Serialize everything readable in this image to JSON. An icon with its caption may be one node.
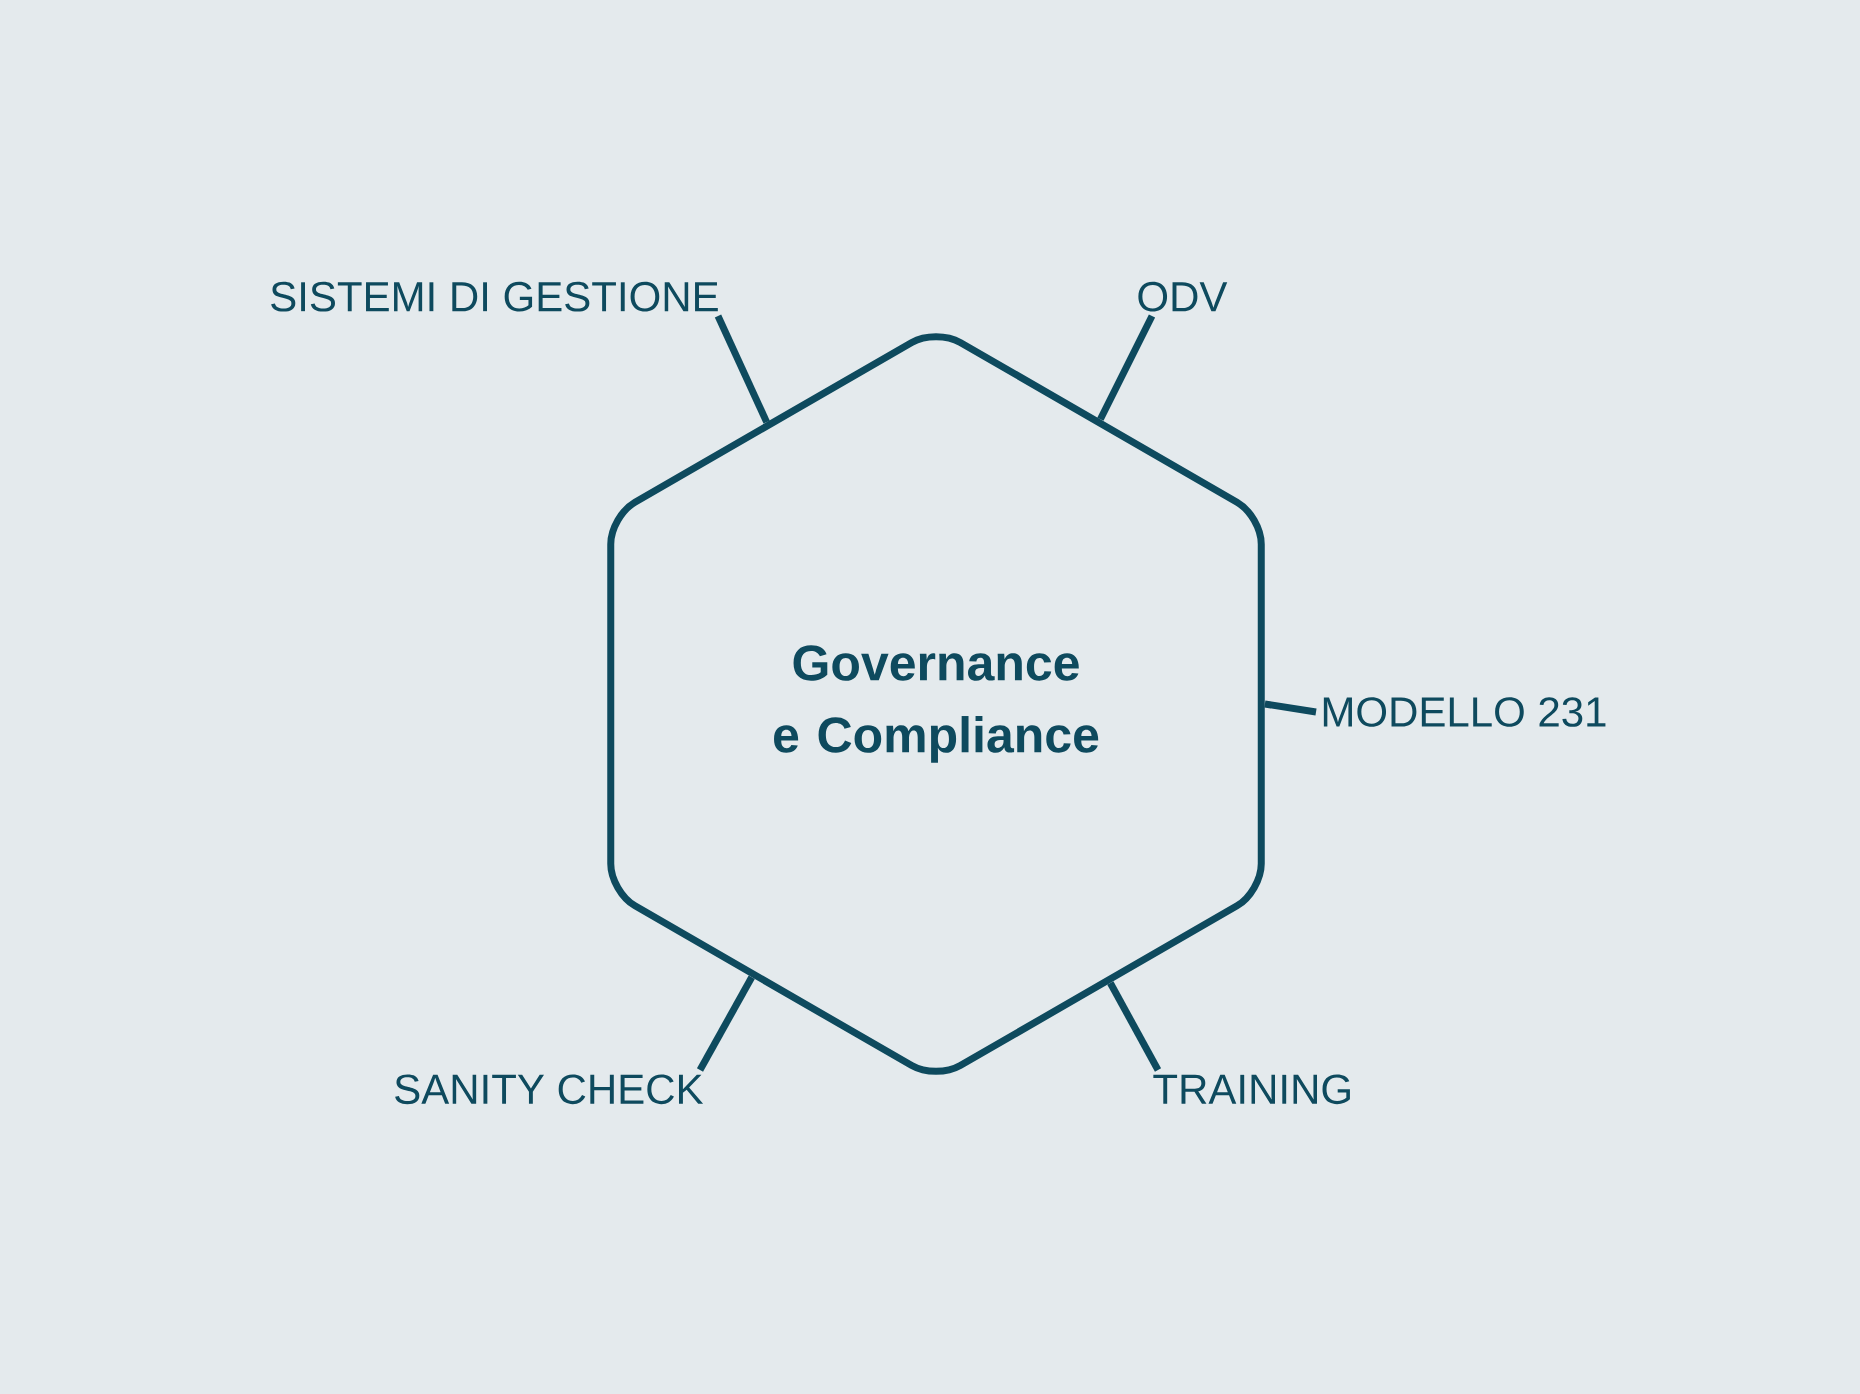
{
  "diagram": {
    "nodes": [
      {
        "text": [
          "Governance e Compliance"
        ]
      },
      {
        "text": [
          "SISTEMI DI GESTIONE"
        ]
      },
      {
        "text": [
          "ODV"
        ]
      },
      {
        "text": [
          "MODELLO 231"
        ]
      },
      {
        "text": [
          "SANITY CHECK"
        ]
      },
      {
        "text": [
          "TRAINING"
        ]
      }
    ],
    "edges": [
      {
        "from": 0,
        "to": 1,
        "arrow": "none"
      },
      {
        "from": 0,
        "to": 2,
        "arrow": "none"
      },
      {
        "from": 0,
        "to": 3,
        "arrow": "none"
      },
      {
        "from": 0,
        "to": 4,
        "arrow": "none"
      },
      {
        "from": 0,
        "to": 5,
        "arrow": "none"
      }
    ]
  }
}
